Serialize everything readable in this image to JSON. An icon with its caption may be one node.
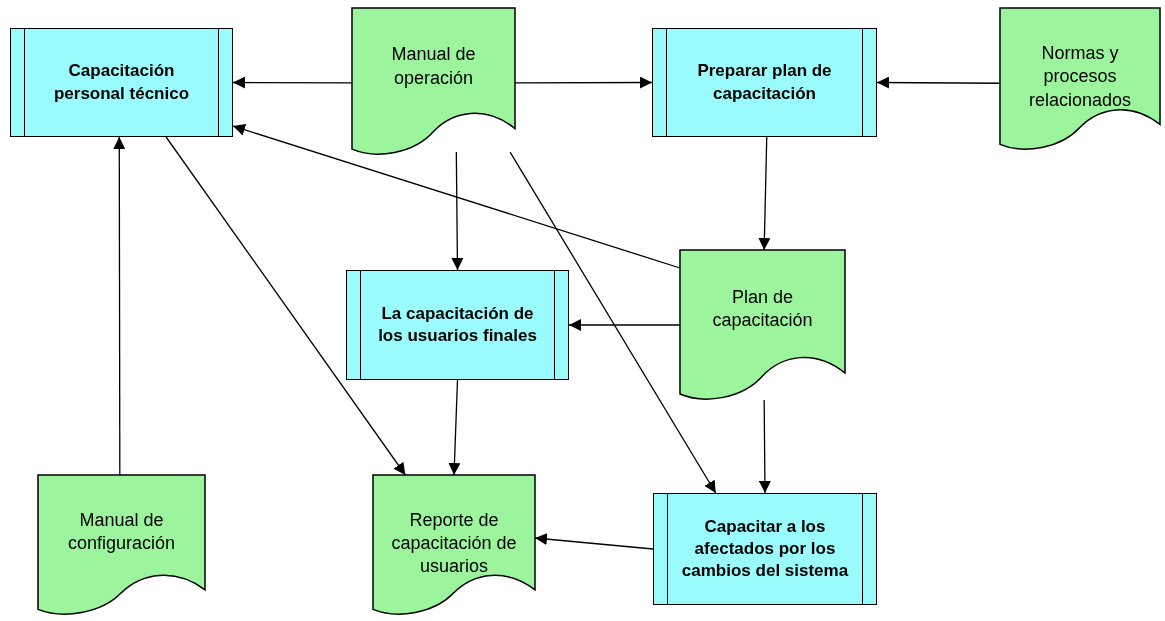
{
  "diagram": {
    "nodes": [
      {
        "text": [
          "Capacitación personal técnico"
        ]
      },
      {
        "text": [
          "Manual de operación"
        ]
      },
      {
        "text": [
          "Preparar plan de capacitación"
        ]
      },
      {
        "text": [
          "Normas y procesos relacionados"
        ]
      },
      {
        "text": [
          "La capacitación de los usuarios finales"
        ]
      },
      {
        "text": [
          "Plan de capacitación"
        ]
      },
      {
        "text": [
          "Manual de configuración"
        ]
      },
      {
        "text": [
          "Reporte de capacitación de usuarios"
        ]
      },
      {
        "text": [
          "Capacitar a los afectados por los cambios del sistema"
        ]
      }
    ],
    "edges": [
      {
        "from": 1,
        "to": 0,
        "arrow": "to"
      },
      {
        "from": 1,
        "to": 2,
        "arrow": "to"
      },
      {
        "from": 3,
        "to": 2,
        "arrow": "to"
      },
      {
        "from": 2,
        "to": 5,
        "arrow": "to"
      },
      {
        "from": 1,
        "to": 4,
        "arrow": "to"
      },
      {
        "from": 5,
        "to": 0,
        "arrow": "to"
      },
      {
        "from": 5,
        "to": 4,
        "arrow": "to"
      },
      {
        "from": 0,
        "to": 7,
        "arrow": "to"
      },
      {
        "from": 1,
        "to": 8,
        "arrow": "to"
      },
      {
        "from": 4,
        "to": 7,
        "arrow": "to"
      },
      {
        "from": 5,
        "to": 8,
        "arrow": "to"
      },
      {
        "from": 6,
        "to": 0,
        "arrow": "to"
      },
      {
        "from": 8,
        "to": 7,
        "arrow": "to"
      }
    ]
  }
}
